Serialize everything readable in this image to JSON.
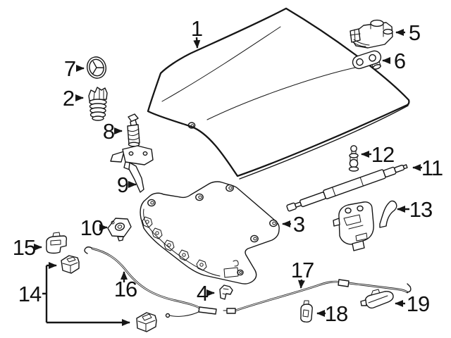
{
  "diagram": {
    "callouts": {
      "c1": "1",
      "c2": "2",
      "c3": "3",
      "c4": "4",
      "c5": "5",
      "c6": "6",
      "c7": "7",
      "c8": "8",
      "c9": "9",
      "c10": "10",
      "c11": "11",
      "c12": "12",
      "c13": "13",
      "c14": "14",
      "c15": "15",
      "c16": "16",
      "c17": "17",
      "c18": "18",
      "c19": "19"
    },
    "colors": {
      "background": "#ffffff",
      "line": "#161616"
    }
  }
}
